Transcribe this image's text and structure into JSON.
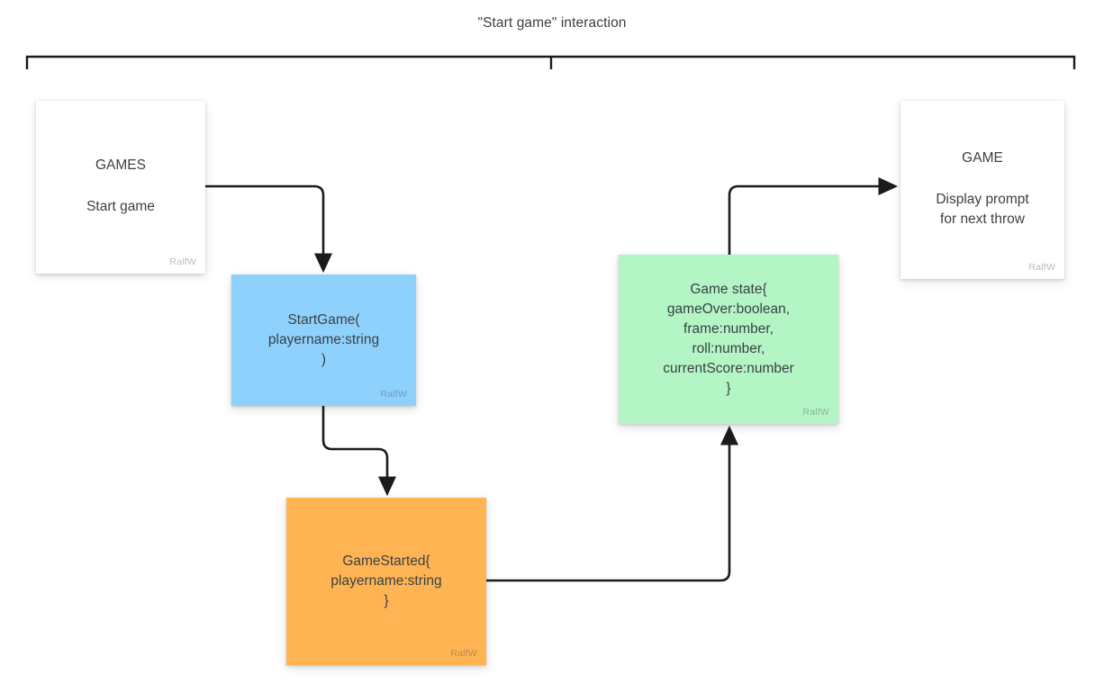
{
  "diagram": {
    "caption": "\"Start game\" interaction",
    "watermark": "RalfW",
    "colors": {
      "blue": "#8ed1fc",
      "green": "#b3f5c4",
      "orange": "#ffb454",
      "card": "#ffffff",
      "wire": "#1b1b1b",
      "text": "#3c4043"
    },
    "nodes": {
      "games": {
        "kind": "screen-card",
        "title": "GAMES",
        "body": "Start game"
      },
      "start_game_command": {
        "kind": "command",
        "color": "#8ed1fc",
        "lines": [
          "StartGame(",
          "playername:string",
          ")"
        ]
      },
      "game_started_event": {
        "kind": "event",
        "color": "#ffb454",
        "lines": [
          "GameStarted{",
          "playername:string",
          "}"
        ]
      },
      "game_state": {
        "kind": "read-model",
        "color": "#b3f5c4",
        "lines": [
          "Game state{",
          "gameOver:boolean,",
          "frame:number,",
          "roll:number,",
          "currentScore:number",
          "}"
        ]
      },
      "game_screen": {
        "kind": "screen-card",
        "title": "GAME",
        "body_lines": [
          "Display prompt",
          "for next throw"
        ]
      }
    },
    "connections": [
      {
        "name": "games-to-startgame",
        "from": "games",
        "to": "start_game_command"
      },
      {
        "name": "startgame-to-gamestarted",
        "from": "start_game_command",
        "to": "game_started_event"
      },
      {
        "name": "gamestarted-to-gamestate",
        "from": "game_started_event",
        "to": "game_state"
      },
      {
        "name": "gamestate-to-gamescreen",
        "from": "game_state",
        "to": "game_screen"
      }
    ]
  }
}
